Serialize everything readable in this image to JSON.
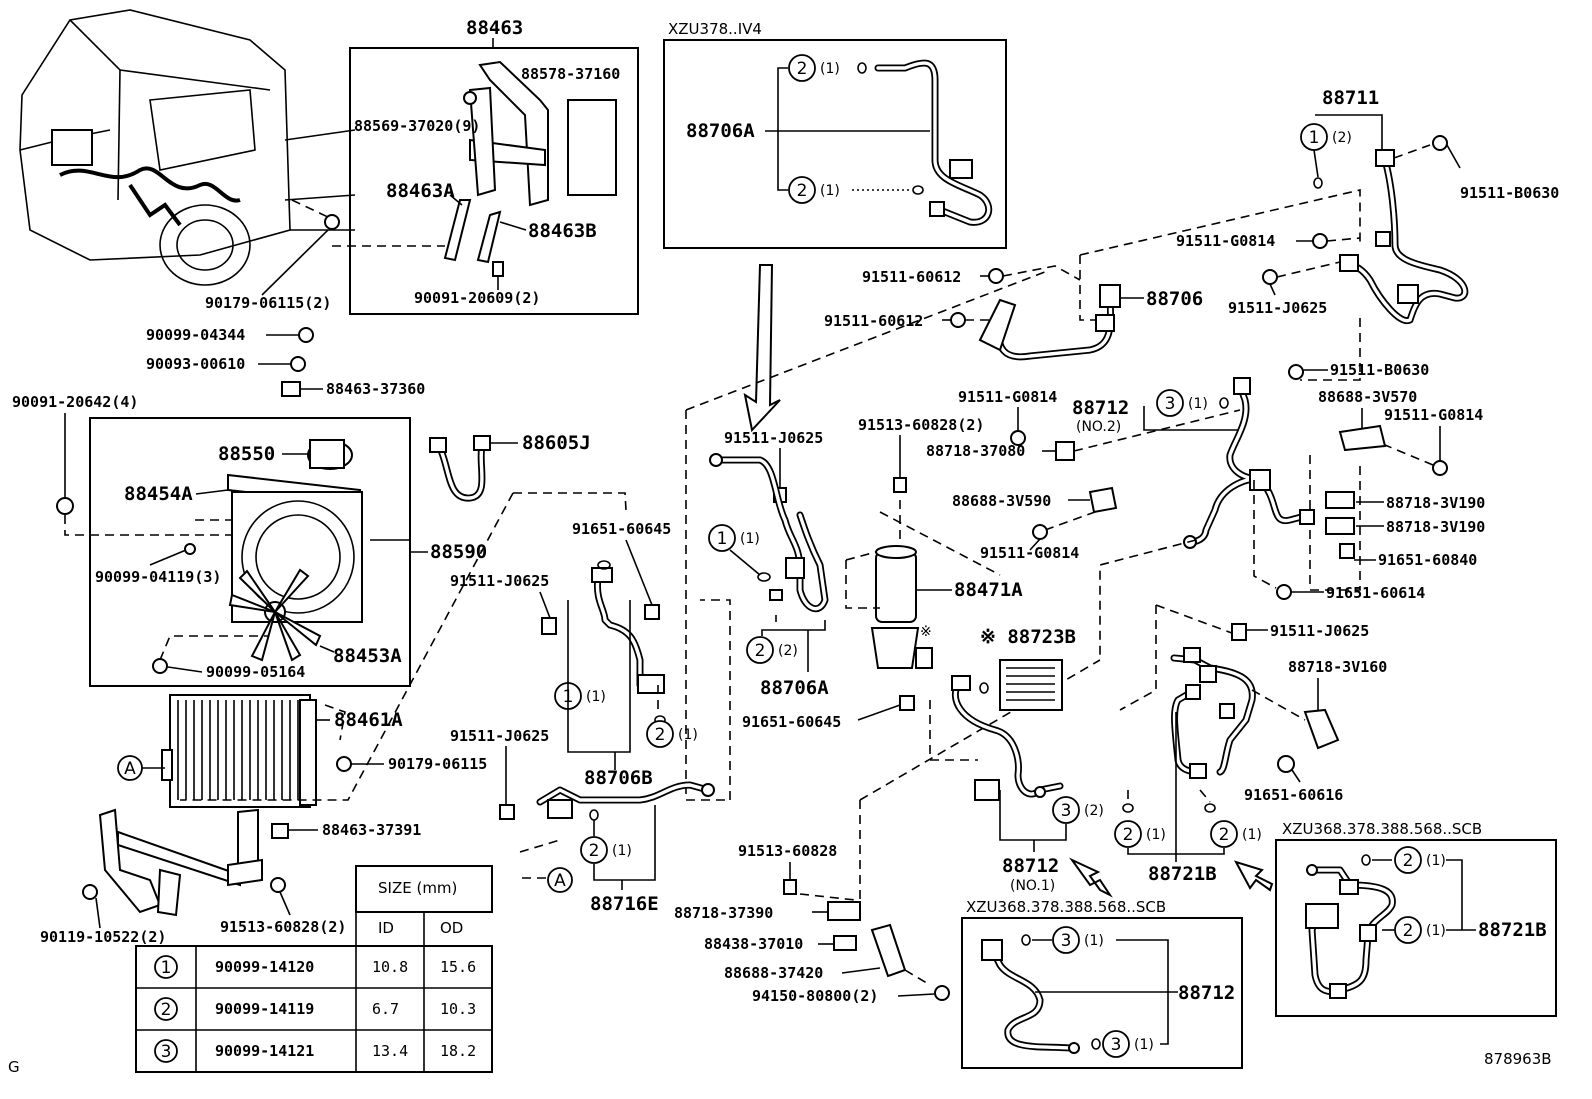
{
  "variants": {
    "top": "XZU378..IV4",
    "bottom_center": "XZU368.378.388.568..SCB",
    "bottom_right": "XZU368.378.388.568..SCB"
  },
  "labels": {
    "p88463": "88463",
    "p88578": "88578-37160",
    "p88569": "88569-37020(9)",
    "p88463a": "88463A",
    "p88463b": "88463B",
    "p90091_20609": "90091-20609(2)",
    "p90179_2": "90179-06115(2)",
    "p90099_04344": "90099-04344",
    "p90093": "90093-00610",
    "p88463_37360": "88463-37360",
    "p90091_20642": "90091-20642(4)",
    "p88550": "88550",
    "p88454a": "88454A",
    "p88590": "88590",
    "p90099_04119": "90099-04119(3)",
    "p90099_05164": "90099-05164",
    "p88453a": "88453A",
    "p88605j": "88605J",
    "p88461a": "88461A",
    "p90179_06115": "90179-06115",
    "p88463_37391": "88463-37391",
    "p90119": "90119-10522(2)",
    "p91513_2": "91513-60828(2)",
    "p88706a_top": "88706A",
    "p91651_60645a": "91651-60645",
    "p91511_j0625a": "91511-J0625",
    "p91511_j0625b": "91511-J0625",
    "p91511_j0625c": "91511-J0625",
    "p88706b": "88706B",
    "p88716e": "88716E",
    "p88706a_mid": "88706A",
    "p91513_60828_2": "91513-60828(2)",
    "p88471a": "88471A",
    "p91651_60645b": "91651-60645",
    "p88723b": "※ 88723B",
    "p91513_60828": "91513-60828",
    "p88718_37390": "88718-37390",
    "p88438": "88438-37010",
    "p88688_37420": "88688-37420",
    "p94150": "94150-80800(2)",
    "p91511_60612a": "91511-60612",
    "p91511_60612b": "91511-60612",
    "p88706": "88706",
    "p88711": "88711",
    "p91511_b0630a": "91511-B0630",
    "p91511_g0814a": "91511-G0814",
    "p91511_j0625d": "91511-J0625",
    "p91511_b0630b": "91511-B0630",
    "p88688_3v570": "88688-3V570",
    "p91511_g0814b": "91511-G0814",
    "p91511_g0814c": "91511-G0814",
    "p91511_g0814d": "91511-G0814",
    "p88712_no2": "88712",
    "p88712_no2_sub": "(NO.2)",
    "p88718_37080": "88718-37080",
    "p88688_3v590": "88688-3V590",
    "p88718_3v190a": "88718-3V190",
    "p88718_3v190b": "88718-3V190",
    "p91651_60840": "91651-60840",
    "p91651_60614": "91651-60614",
    "p91511_j0625e": "91511-J0625",
    "p88718_3v160": "88718-3V160",
    "p91651_60616": "91651-60616",
    "p88712_no1": "88712",
    "p88712_no1_sub": "(NO.1)",
    "p88721b": "88721B",
    "p88712_box": "88712",
    "p88721b_box": "88721B",
    "mark": "※",
    "corner_g": "G",
    "fig_no": "878963B"
  },
  "callouts": {
    "c1": "1",
    "c2": "2",
    "c3": "3",
    "q1": "(1)",
    "q2": "(2)",
    "ref_a": "A"
  },
  "size_table": {
    "header": "SIZE (mm)",
    "col_id": "ID",
    "col_od": "OD",
    "rows": [
      {
        "key": "1",
        "part": "90099-14120",
        "id": "10.8",
        "od": "15.6"
      },
      {
        "key": "2",
        "part": "90099-14119",
        "id": "6.7",
        "od": "10.3"
      },
      {
        "key": "3",
        "part": "90099-14121",
        "id": "13.4",
        "od": "18.2"
      }
    ]
  }
}
